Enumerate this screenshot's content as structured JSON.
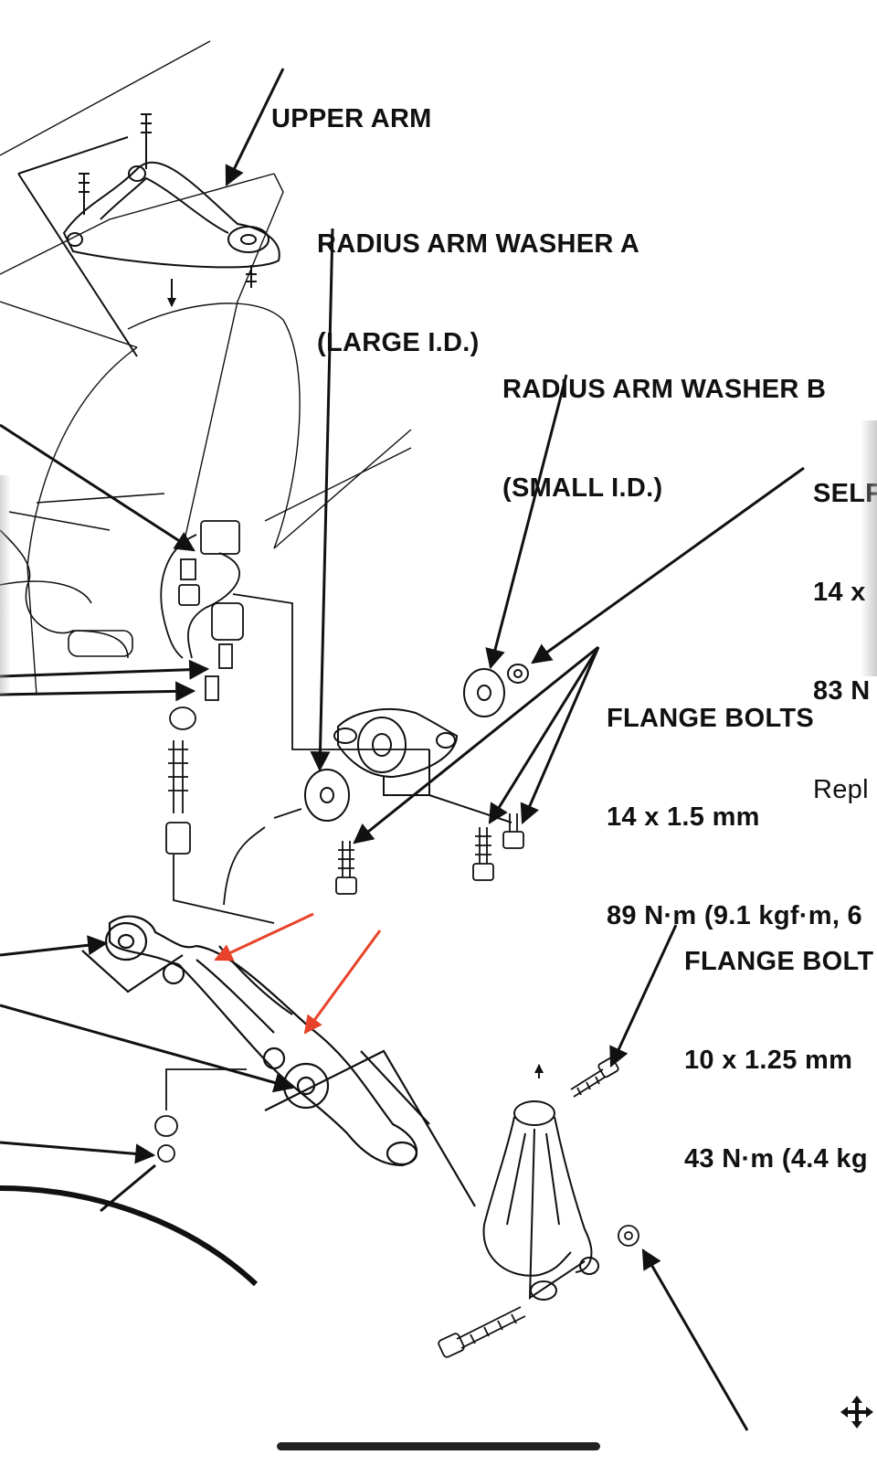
{
  "labels": {
    "upper_arm": "UPPER ARM",
    "washer_a": {
      "line1": "RADIUS ARM WASHER A",
      "line2": "(LARGE I.D.)"
    },
    "washer_b": {
      "line1": "RADIUS ARM WASHER B",
      "line2": "(SMALL I.D.)"
    },
    "self_nut": {
      "line1": "SELF",
      "line2": "14 x",
      "line3": "83 N",
      "line4": "Repl"
    },
    "flange_bolts_1": {
      "line1": "FLANGE BOLTS",
      "line2": "14 x 1.5 mm",
      "line3": "89 N·m (9.1 kgf·m, 6"
    },
    "flange_bolts_2": {
      "line1": "FLANGE BOLT",
      "line2": "10 x 1.25 mm",
      "line3": "43 N·m (4.4 kg"
    }
  },
  "colors": {
    "line": "#111111",
    "annotation_arrow": "#e8432a"
  },
  "ui": {
    "move_icon": "move-arrows-icon",
    "home_indicator": "home-indicator"
  }
}
